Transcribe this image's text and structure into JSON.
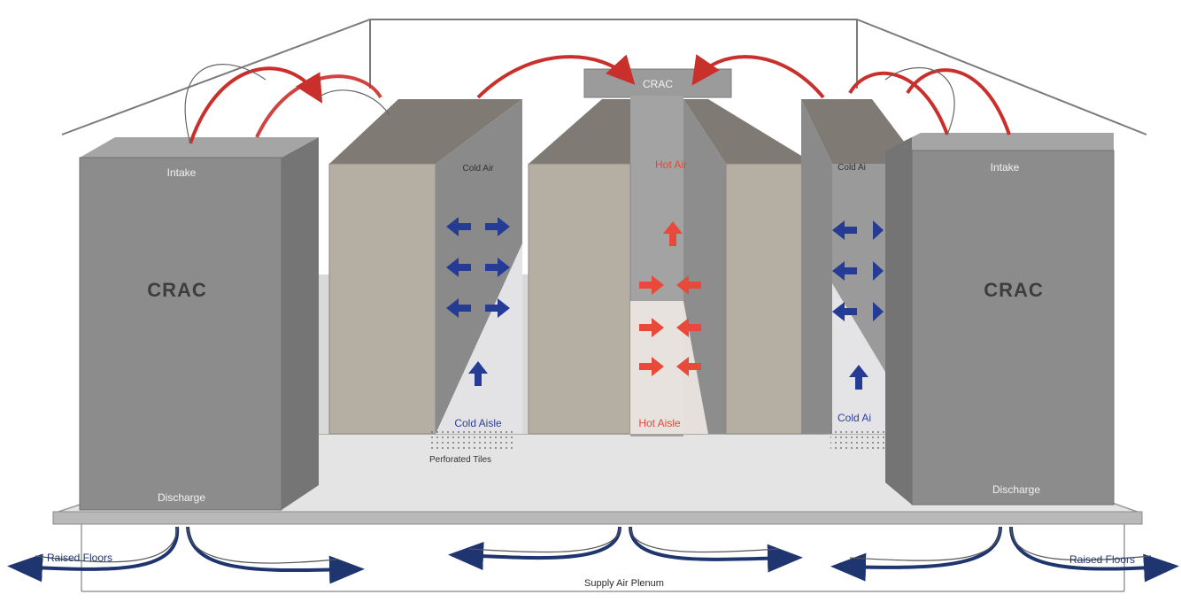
{
  "diagram": {
    "crac_left": {
      "title": "CRAC",
      "top_label": "Intake",
      "bottom_label": "Discharge"
    },
    "crac_right": {
      "title": "CRAC",
      "top_label": "Intake",
      "bottom_label": "Discharge"
    },
    "crac_top": {
      "label": "CRAC"
    },
    "cold_air_left": "Cold Air",
    "cold_air_right": "Cold Ai",
    "hot_air": "Hot Air",
    "cold_aisle_left": "Cold Aisle",
    "cold_aisle_right": "Cold Ai",
    "hot_aisle": "Hot Aisle",
    "perforated_tiles": "Perforated Tiles",
    "raised_floors_left": "Raised Floors",
    "raised_floors_right": "Raised Floors",
    "supply_air_plenum": "Supply Air Plenum"
  },
  "colors": {
    "cold": "#243c96",
    "hot": "#e8493a",
    "return_air": "#c9302c",
    "floor_air": "#1f3570",
    "crac_body": "#8c8c8c",
    "rack_front": "#b5aea2"
  }
}
